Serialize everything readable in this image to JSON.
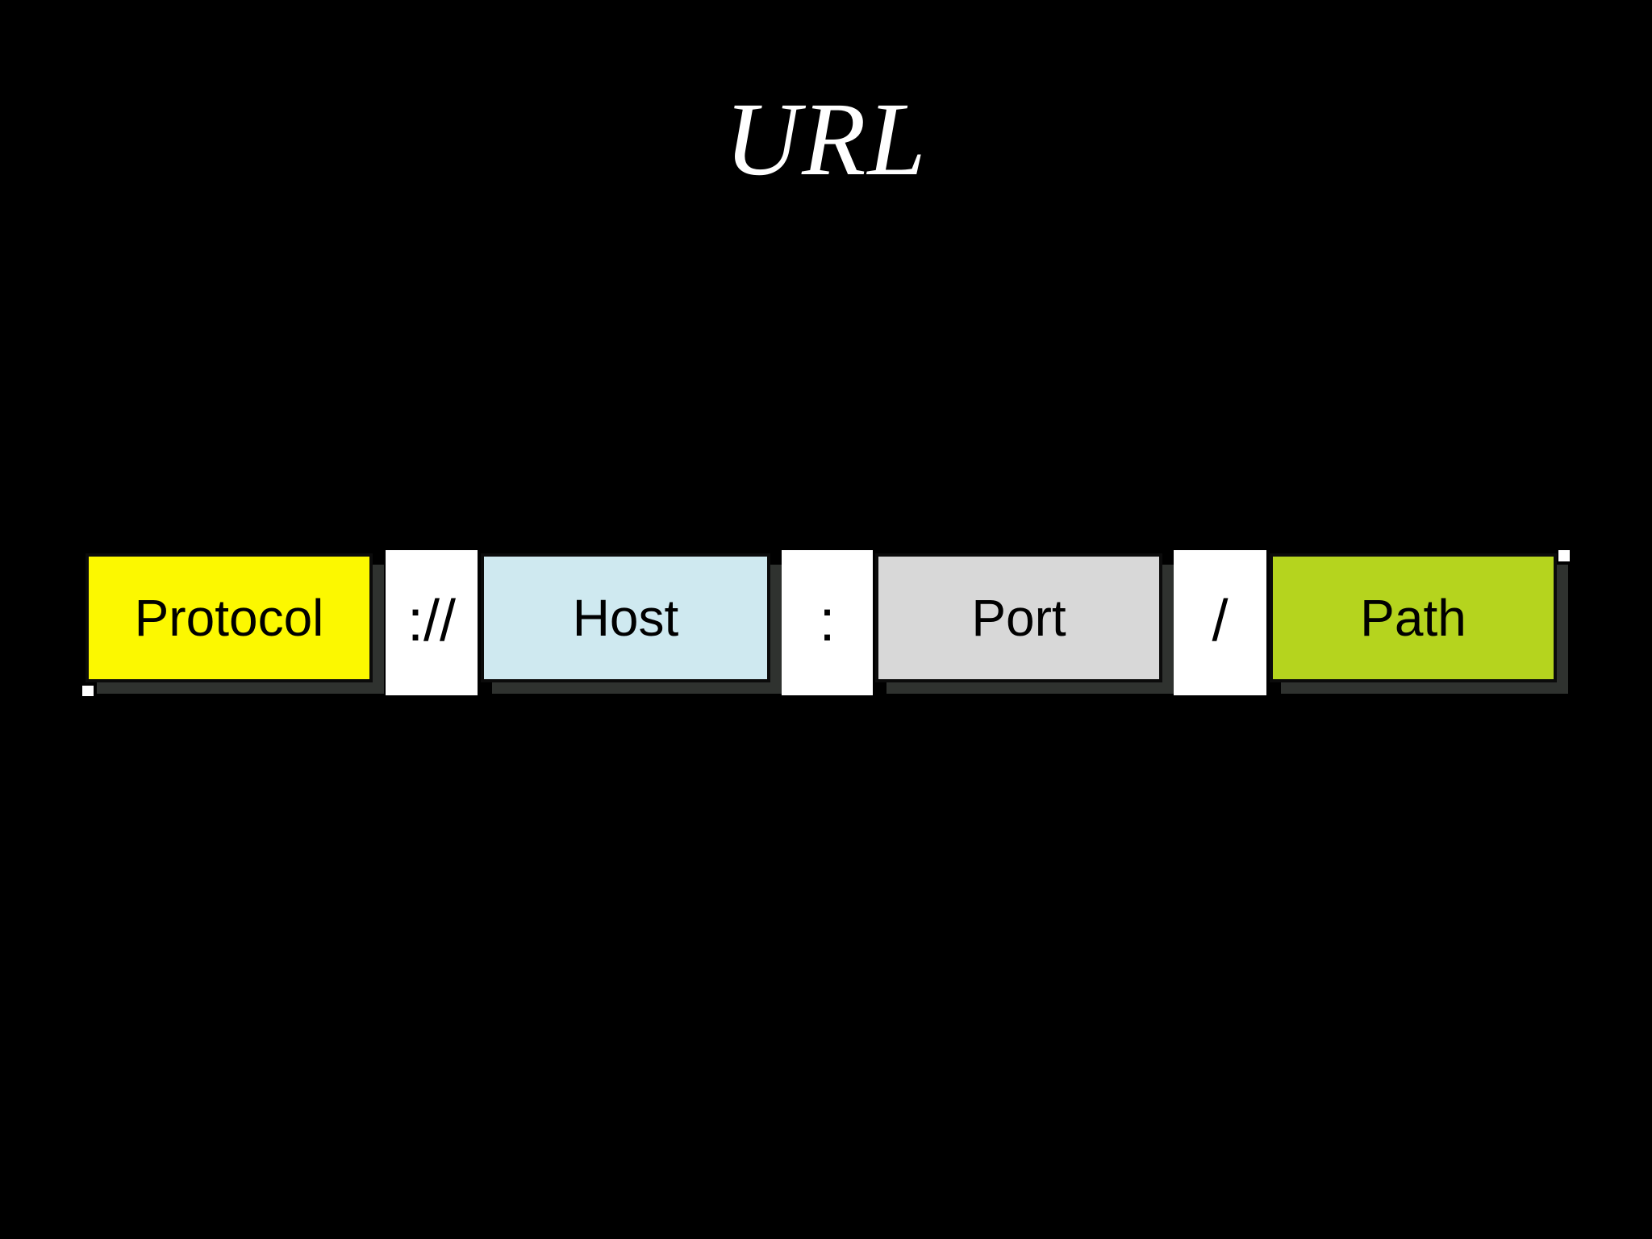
{
  "slide": {
    "title": "URL",
    "background_color": "#000000",
    "title_color": "#ffffff"
  },
  "diagram": {
    "segments": [
      {
        "label": "Protocol",
        "color": "#fcf800"
      },
      {
        "label": "Host",
        "color": "#cfe9f0"
      },
      {
        "label": "Port",
        "color": "#d8d8d8"
      },
      {
        "label": "Path",
        "color": "#b5d41e"
      }
    ],
    "separators": [
      {
        "symbol": "://"
      },
      {
        "symbol": ":"
      },
      {
        "symbol": "/"
      }
    ],
    "shadow_color": "#2f322f",
    "strip_color": "#ffffff",
    "text_color": "#000000"
  }
}
